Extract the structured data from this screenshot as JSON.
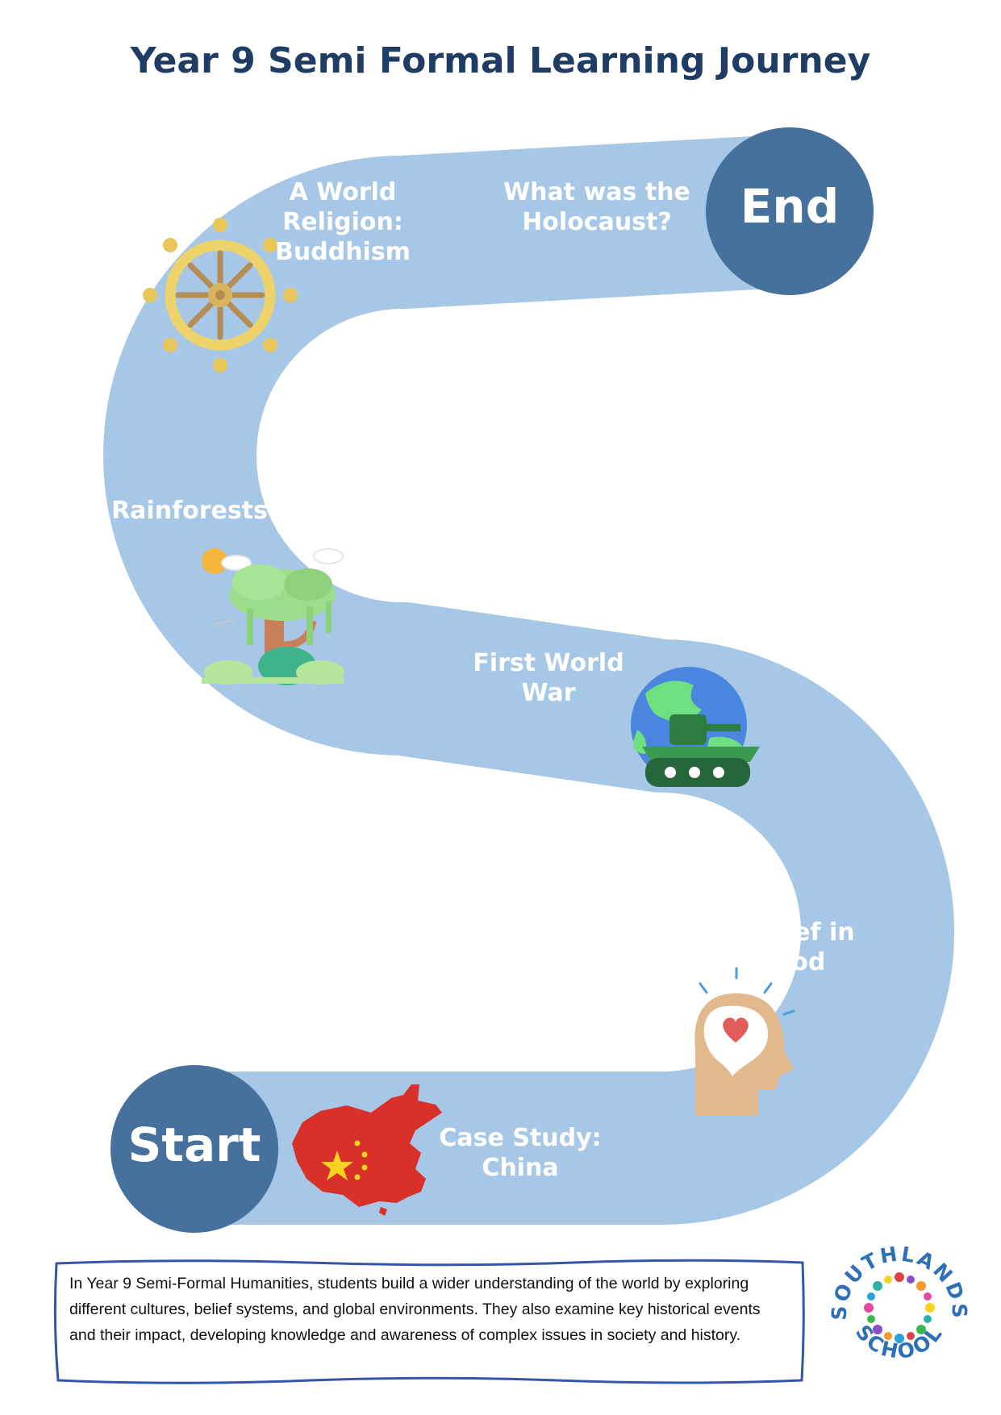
{
  "title": "Year 9 Semi Formal Learning Journey",
  "colors": {
    "path": "#a7c7e7",
    "circle": "#46719c",
    "title": "#1f3c64",
    "box_border": "#3456a8"
  },
  "journey": {
    "start_label": "Start",
    "end_label": "End",
    "stages": [
      {
        "label": "Case Study:\nChina",
        "icon": "china-map-icon"
      },
      {
        "label": "Belief in\nGod",
        "icon": "head-heart-icon"
      },
      {
        "label": "First World\nWar",
        "icon": "globe-tank-icon"
      },
      {
        "label": "Rainforests",
        "icon": "rainforest-tree-icon"
      },
      {
        "label": "A World\nReligion:\nBuddhism",
        "icon": "dharma-wheel-icon"
      },
      {
        "label": "What was the\nHolocaust?",
        "icon": ""
      }
    ]
  },
  "summary": "In Year 9 Semi-Formal Humanities, students build a wider understanding of the world by exploring different cultures, belief systems, and global environments. They also examine key historical events and their impact, developing knowledge and awareness of complex issues in society and history.",
  "logo": {
    "text": "SOUTHLANDS SCHOOL",
    "icon": "school-logo-icon"
  }
}
